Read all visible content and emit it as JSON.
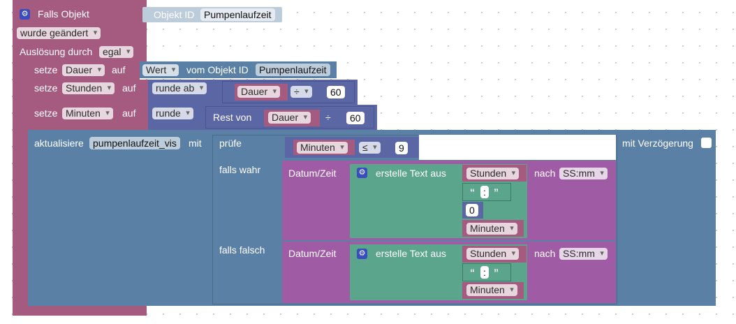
{
  "event": {
    "title": "Falls Objekt",
    "object_id_label": "Objekt ID",
    "object_id_value": "Pumpenlaufzeit",
    "trigger_mode": "wurde geändert",
    "trigger_by_label": "Auslösung durch",
    "trigger_by_value": "egal"
  },
  "set1": {
    "label": "setze",
    "var": "Dauer",
    "on": "auf",
    "value_select": "Wert",
    "from_object": "vom Objekt ID",
    "object": "Pumpenlaufzeit"
  },
  "set2": {
    "label": "setze",
    "var": "Stunden",
    "on": "auf",
    "round": "runde ab",
    "operand": "Dauer",
    "op": "÷",
    "number": "60"
  },
  "set3": {
    "label": "setze",
    "var": "Minuten",
    "on": "auf",
    "round": "runde",
    "remainder_label": "Rest von",
    "operand": "Dauer",
    "op": "÷",
    "number": "60"
  },
  "update": {
    "label": "aktualisiere",
    "target": "pumpenlaufzeit_vis",
    "with": "mit",
    "delay_label": "mit Verzögerung",
    "check_label": "prüfe",
    "cond_var": "Minuten",
    "cond_op": "≤",
    "cond_num": "9",
    "if_true": "falls wahr",
    "if_false": "falls falsch",
    "true_branch": {
      "datetime": "Datum/Zeit",
      "create_text": "erstelle Text aus",
      "item1": "Stunden",
      "quote_open": "“",
      "item2": ":",
      "quote_close": "”",
      "item3": "0",
      "item4": "Minuten",
      "after": "nach",
      "format": "SS:mm"
    },
    "false_branch": {
      "datetime": "Datum/Zeit",
      "create_text": "erstelle Text aus",
      "item1": "Stunden",
      "quote_open": "“",
      "item2": ":",
      "quote_close": "”",
      "item3": "Minuten",
      "after": "nach",
      "format": "SS:mm"
    }
  },
  "colors": {
    "event": "#a55b80",
    "variable": "#a55b80",
    "math": "#5b67a5",
    "object": "#5b80a5",
    "text": "#5ba58c",
    "datetime": "#a05ba5",
    "gear": "#3a4dbf"
  }
}
